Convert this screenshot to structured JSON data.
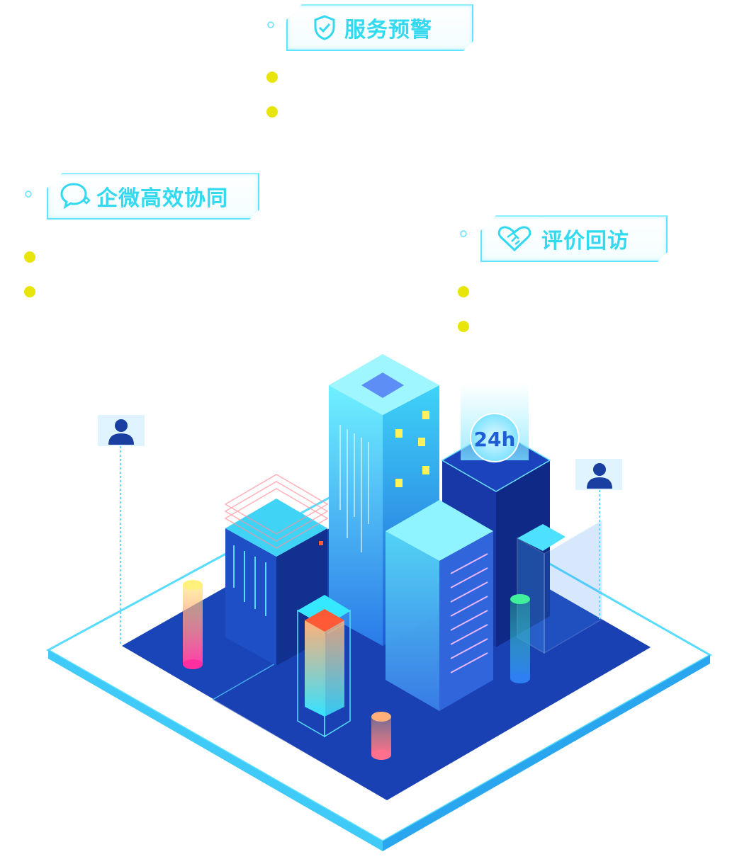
{
  "labels": {
    "service_warning": "服务预警",
    "wecom_collab": "企微高效协同",
    "review_visit": "评价回访"
  },
  "badge": {
    "hours": "24h"
  },
  "icons": {
    "service_warning": "shield-check-icon",
    "wecom_collab": "wecom-chat-icon",
    "review_visit": "handshake-heart-icon",
    "user": "user-avatar-icon"
  },
  "colors": {
    "accent": "#33d9ef",
    "bullet": "#e7e50a",
    "platform": "#1a3fb0"
  }
}
